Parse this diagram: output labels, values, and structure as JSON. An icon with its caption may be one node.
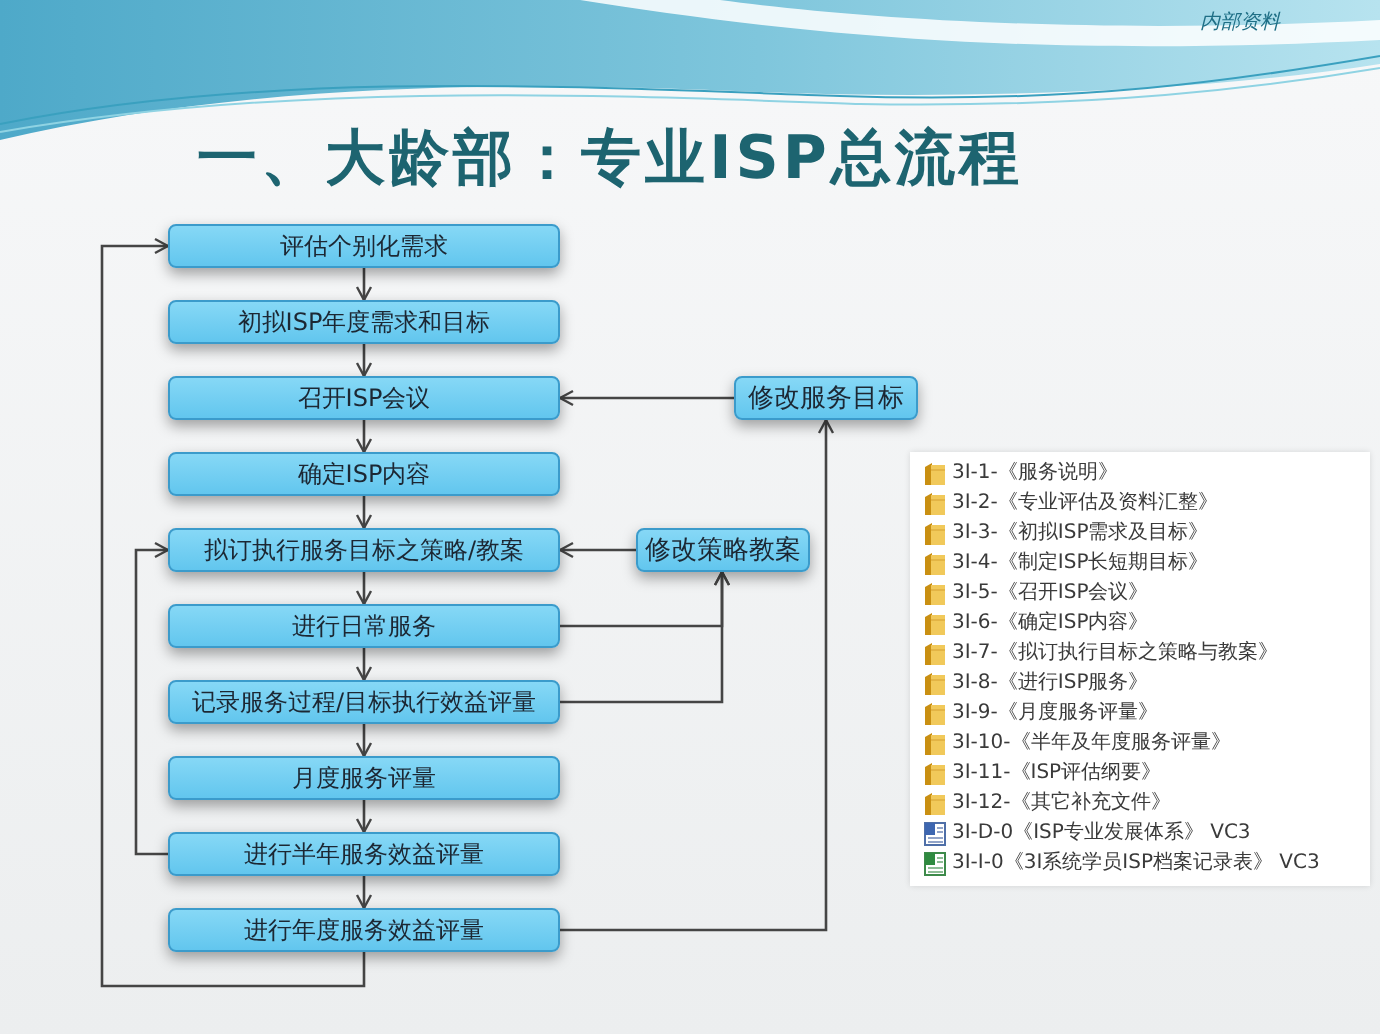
{
  "diagram": {
    "title": "一、大龄部：专业ISP总流程",
    "nodes": [
      {
        "text": [
          "评估个别化需求"
        ]
      },
      {
        "text": [
          "初拟ISP年度需求和目标"
        ]
      },
      {
        "text": [
          "召开ISP会议"
        ]
      },
      {
        "text": [
          "修改服务目标"
        ]
      },
      {
        "text": [
          "确定ISP内容"
        ]
      },
      {
        "text": [
          "拟订执行服务目标之策略/教案"
        ]
      },
      {
        "text": [
          "修改策略教案"
        ]
      },
      {
        "text": [
          "进行日常服务"
        ]
      },
      {
        "text": [
          "记录服务过程/目标执行效益评量"
        ]
      },
      {
        "text": [
          "月度服务评量"
        ]
      },
      {
        "text": [
          "进行半年服务效益评量"
        ]
      },
      {
        "text": [
          "进行年度服务效益评量"
        ]
      }
    ],
    "edges": [
      {
        "from": 0,
        "to": 1,
        "arrow": "to"
      },
      {
        "from": 1,
        "to": 2,
        "arrow": "to"
      },
      {
        "from": 2,
        "to": 4,
        "arrow": "to"
      },
      {
        "from": 4,
        "to": 5,
        "arrow": "to"
      },
      {
        "from": 5,
        "to": 7,
        "arrow": "to"
      },
      {
        "from": 7,
        "to": 8,
        "arrow": "to"
      },
      {
        "from": 8,
        "to": 9,
        "arrow": "to"
      },
      {
        "from": 9,
        "to": 10,
        "arrow": "to"
      },
      {
        "from": 10,
        "to": 11,
        "arrow": "to"
      },
      {
        "from": 11,
        "to": 0,
        "arrow": "to"
      },
      {
        "from": 10,
        "to": 5,
        "arrow": "to"
      },
      {
        "from": 7,
        "to": 6,
        "arrow": "to"
      },
      {
        "from": 8,
        "to": 6,
        "arrow": "to"
      },
      {
        "from": 11,
        "to": 3,
        "arrow": "to"
      },
      {
        "from": 3,
        "to": 2,
        "arrow": "to"
      },
      {
        "from": 6,
        "to": 5,
        "arrow": "to"
      }
    ],
    "labels": [
      "内部资料",
      "3I-1-《服务说明》",
      "3I-2-《专业评估及资料汇整》",
      "3I-3-《初拟ISP需求及目标》",
      "3I-4-《制定ISP长短期目标》",
      "3I-5-《召开ISP会议》",
      "3I-6-《确定ISP内容》",
      "3I-7-《拟订执行目标之策略与教案》",
      "3I-8-《进行ISP服务》",
      "3I-9-《月度服务评量》",
      "3I-10-《半年及年度服务评量》",
      "3I-11-《ISP评估纲要》",
      "3I-12-《其它补充文件》",
      "3I-D-0《ISP专业发展体系》 VC3",
      "3I-I-0《3I系统学员ISP档案记录表》 VC3"
    ]
  }
}
